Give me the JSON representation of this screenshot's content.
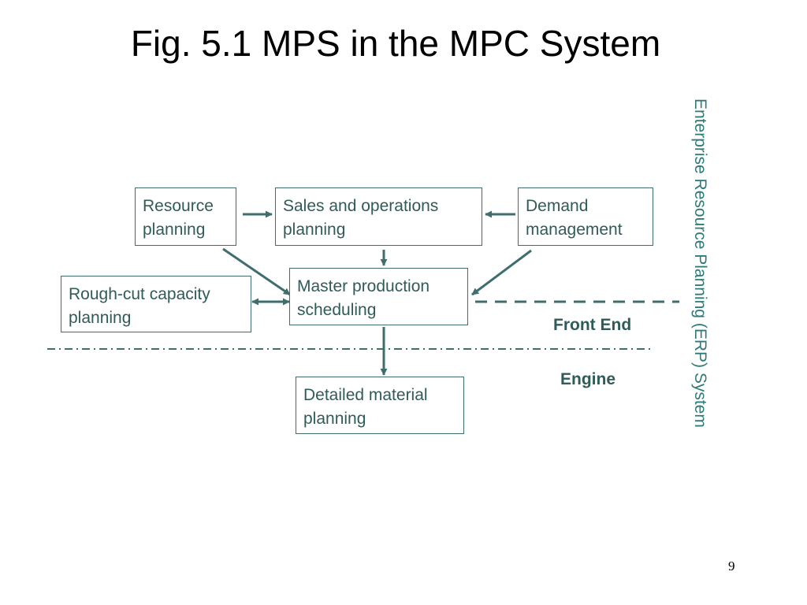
{
  "title": "Fig. 5.1 MPS in the MPC System",
  "boxes": {
    "resource_planning": "Resource planning",
    "sales_operations": "Sales and operations planning",
    "demand_management": "Demand management",
    "rough_cut": "Rough-cut capacity planning",
    "mps": "Master production scheduling",
    "detailed_material": "Detailed material planning"
  },
  "labels": {
    "front_end": "Front End",
    "engine": "Engine",
    "erp": "Enterprise Resource Planning (ERP) System"
  },
  "page_number": "9",
  "colors": {
    "accent": "#2f5b59",
    "erp_text": "#2f7a78",
    "line": "#3f6e6c"
  }
}
